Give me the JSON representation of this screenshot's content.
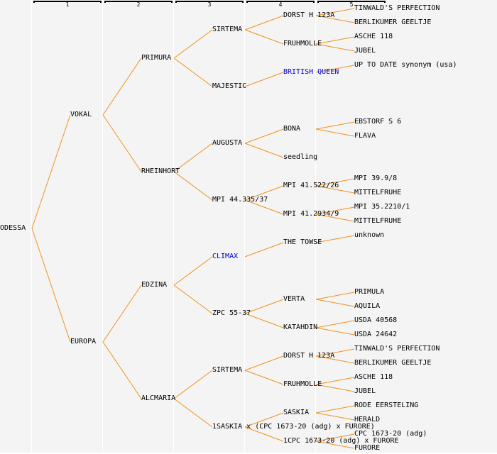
{
  "generation_headers": [
    "1",
    "2",
    "3",
    "4",
    "5"
  ],
  "colors": {
    "line": "#f0921e",
    "text": "#000000",
    "link_text": "#0000cc",
    "background": "#f4f4f4",
    "separator": "#ffffff"
  },
  "pedigree": {
    "name": "ODESSA",
    "children": [
      {
        "name": "VOKAL",
        "children": [
          {
            "name": "PRIMURA",
            "children": [
              {
                "name": "SIRTEMA",
                "children": [
                  {
                    "name": "DORST H 123A",
                    "children": [
                      {
                        "name": "TINWALD'S PERFECTION"
                      },
                      {
                        "name": "BERLIKUMER GEELTJE"
                      }
                    ]
                  },
                  {
                    "name": "FRUHMOLLE",
                    "children": [
                      {
                        "name": "ASCHE 118"
                      },
                      {
                        "name": "JUBEL"
                      }
                    ]
                  }
                ]
              },
              {
                "name": "MAJESTIC",
                "children": [
                  {
                    "name": "BRITISH QUEEN",
                    "link": true,
                    "children": [
                      {
                        "name": "UP TO DATE synonym (usa)"
                      },
                      null
                    ]
                  },
                  null
                ]
              }
            ]
          },
          {
            "name": "RHEINHORT",
            "children": [
              {
                "name": "AUGUSTA",
                "children": [
                  {
                    "name": "BONA",
                    "children": [
                      {
                        "name": "EBSTORF S 6"
                      },
                      {
                        "name": "FLAVA"
                      }
                    ]
                  },
                  {
                    "name": "seedling"
                  }
                ]
              },
              {
                "name": "MPI 44.335/37",
                "children": [
                  {
                    "name": "MPI 41.522/26",
                    "children": [
                      {
                        "name": "MPI 39.9/8"
                      },
                      {
                        "name": "MITTELFRUHE"
                      }
                    ]
                  },
                  {
                    "name": "MPI 41.2934/9",
                    "children": [
                      {
                        "name": "MPI 35.2210/1"
                      },
                      {
                        "name": "MITTELFRUHE"
                      }
                    ]
                  }
                ]
              }
            ]
          }
        ]
      },
      {
        "name": "EUROPA",
        "children": [
          {
            "name": "EDZINA",
            "children": [
              {
                "name": "CLIMAX",
                "link": true,
                "children": [
                  {
                    "name": "THE TOWSE",
                    "children": [
                      {
                        "name": "unknown"
                      },
                      null
                    ]
                  },
                  null
                ]
              },
              {
                "name": "ZPC 55-37",
                "children": [
                  {
                    "name": "VERTA",
                    "children": [
                      {
                        "name": "PRIMULA"
                      },
                      {
                        "name": "AQUILA"
                      }
                    ]
                  },
                  {
                    "name": "KATAHDIN",
                    "children": [
                      {
                        "name": "USDA 40568"
                      },
                      {
                        "name": "USDA 24642"
                      }
                    ]
                  }
                ]
              }
            ]
          },
          {
            "name": "ALCMARIA",
            "children": [
              {
                "name": "SIRTEMA",
                "children": [
                  {
                    "name": "DORST H 123A",
                    "children": [
                      {
                        "name": "TINWALD'S PERFECTION"
                      },
                      {
                        "name": "BERLIKUMER GEELTJE"
                      }
                    ]
                  },
                  {
                    "name": "FRUHMOLLE",
                    "children": [
                      {
                        "name": "ASCHE 118"
                      },
                      {
                        "name": "JUBEL"
                      }
                    ]
                  }
                ]
              },
              {
                "name": "1SASKIA x (CPC 1673-20 (adg) x FURORE)",
                "children": [
                  {
                    "name": "SASKIA",
                    "children": [
                      {
                        "name": "RODE EERSTELING"
                      },
                      {
                        "name": "HERALD"
                      }
                    ]
                  },
                  {
                    "name": "1CPC 1673-20 (adg) x FURORE",
                    "children": [
                      {
                        "name": "CPC 1673-20 (adg)"
                      },
                      {
                        "name": "FURORE"
                      }
                    ]
                  }
                ]
              }
            ]
          }
        ]
      }
    ]
  }
}
